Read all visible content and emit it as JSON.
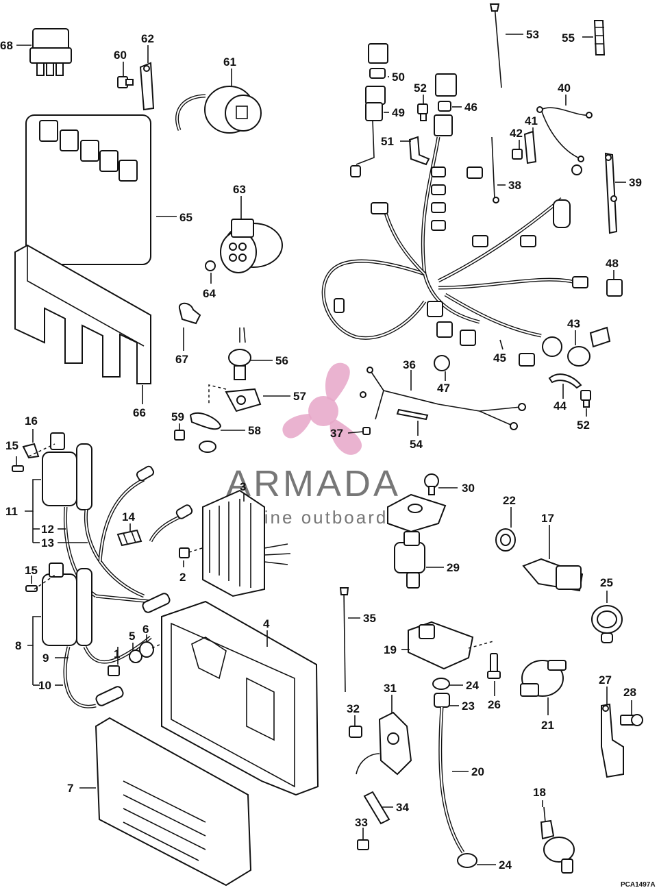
{
  "diagram": {
    "code": "PCA1497A",
    "watermark": {
      "brand": "ARMADA",
      "tagline": "marine outboards",
      "color": "#e6a6c8"
    },
    "callouts": [
      {
        "id": "68",
        "label": "68"
      },
      {
        "id": "60",
        "label": "60"
      },
      {
        "id": "62",
        "label": "62"
      },
      {
        "id": "61",
        "label": "61"
      },
      {
        "id": "65",
        "label": "65"
      },
      {
        "id": "63",
        "label": "63"
      },
      {
        "id": "64",
        "label": "64"
      },
      {
        "id": "67",
        "label": "67"
      },
      {
        "id": "66",
        "label": "66"
      },
      {
        "id": "56",
        "label": "56"
      },
      {
        "id": "57",
        "label": "57"
      },
      {
        "id": "59",
        "label": "59"
      },
      {
        "id": "58",
        "label": "58"
      },
      {
        "id": "53",
        "label": "53"
      },
      {
        "id": "55",
        "label": "55"
      },
      {
        "id": "50",
        "label": "50"
      },
      {
        "id": "52a",
        "label": "52"
      },
      {
        "id": "46",
        "label": "46"
      },
      {
        "id": "49",
        "label": "49"
      },
      {
        "id": "40",
        "label": "40"
      },
      {
        "id": "51",
        "label": "51"
      },
      {
        "id": "42",
        "label": "42"
      },
      {
        "id": "41",
        "label": "41"
      },
      {
        "id": "38",
        "label": "38"
      },
      {
        "id": "39",
        "label": "39"
      },
      {
        "id": "48",
        "label": "48"
      },
      {
        "id": "43",
        "label": "43"
      },
      {
        "id": "45",
        "label": "45"
      },
      {
        "id": "36",
        "label": "36"
      },
      {
        "id": "47",
        "label": "47"
      },
      {
        "id": "44",
        "label": "44"
      },
      {
        "id": "52b",
        "label": "52"
      },
      {
        "id": "37",
        "label": "37"
      },
      {
        "id": "54",
        "label": "54"
      },
      {
        "id": "16",
        "label": "16"
      },
      {
        "id": "15a",
        "label": "15"
      },
      {
        "id": "11",
        "label": "11"
      },
      {
        "id": "12",
        "label": "12"
      },
      {
        "id": "13",
        "label": "13"
      },
      {
        "id": "14",
        "label": "14"
      },
      {
        "id": "3",
        "label": "3"
      },
      {
        "id": "2",
        "label": "2"
      },
      {
        "id": "30",
        "label": "30"
      },
      {
        "id": "29",
        "label": "29"
      },
      {
        "id": "22",
        "label": "22"
      },
      {
        "id": "17",
        "label": "17"
      },
      {
        "id": "15b",
        "label": "15"
      },
      {
        "id": "8",
        "label": "8"
      },
      {
        "id": "9",
        "label": "9"
      },
      {
        "id": "10",
        "label": "10"
      },
      {
        "id": "1",
        "label": "1"
      },
      {
        "id": "5",
        "label": "5"
      },
      {
        "id": "6",
        "label": "6"
      },
      {
        "id": "4",
        "label": "4"
      },
      {
        "id": "35",
        "label": "35"
      },
      {
        "id": "19",
        "label": "19"
      },
      {
        "id": "24a",
        "label": "24"
      },
      {
        "id": "26",
        "label": "26"
      },
      {
        "id": "23",
        "label": "23"
      },
      {
        "id": "25",
        "label": "25"
      },
      {
        "id": "21",
        "label": "21"
      },
      {
        "id": "27",
        "label": "27"
      },
      {
        "id": "28",
        "label": "28"
      },
      {
        "id": "32",
        "label": "32"
      },
      {
        "id": "31",
        "label": "31"
      },
      {
        "id": "20",
        "label": "20"
      },
      {
        "id": "7",
        "label": "7"
      },
      {
        "id": "34",
        "label": "34"
      },
      {
        "id": "18",
        "label": "18"
      },
      {
        "id": "33",
        "label": "33"
      },
      {
        "id": "24b",
        "label": "24"
      }
    ]
  }
}
